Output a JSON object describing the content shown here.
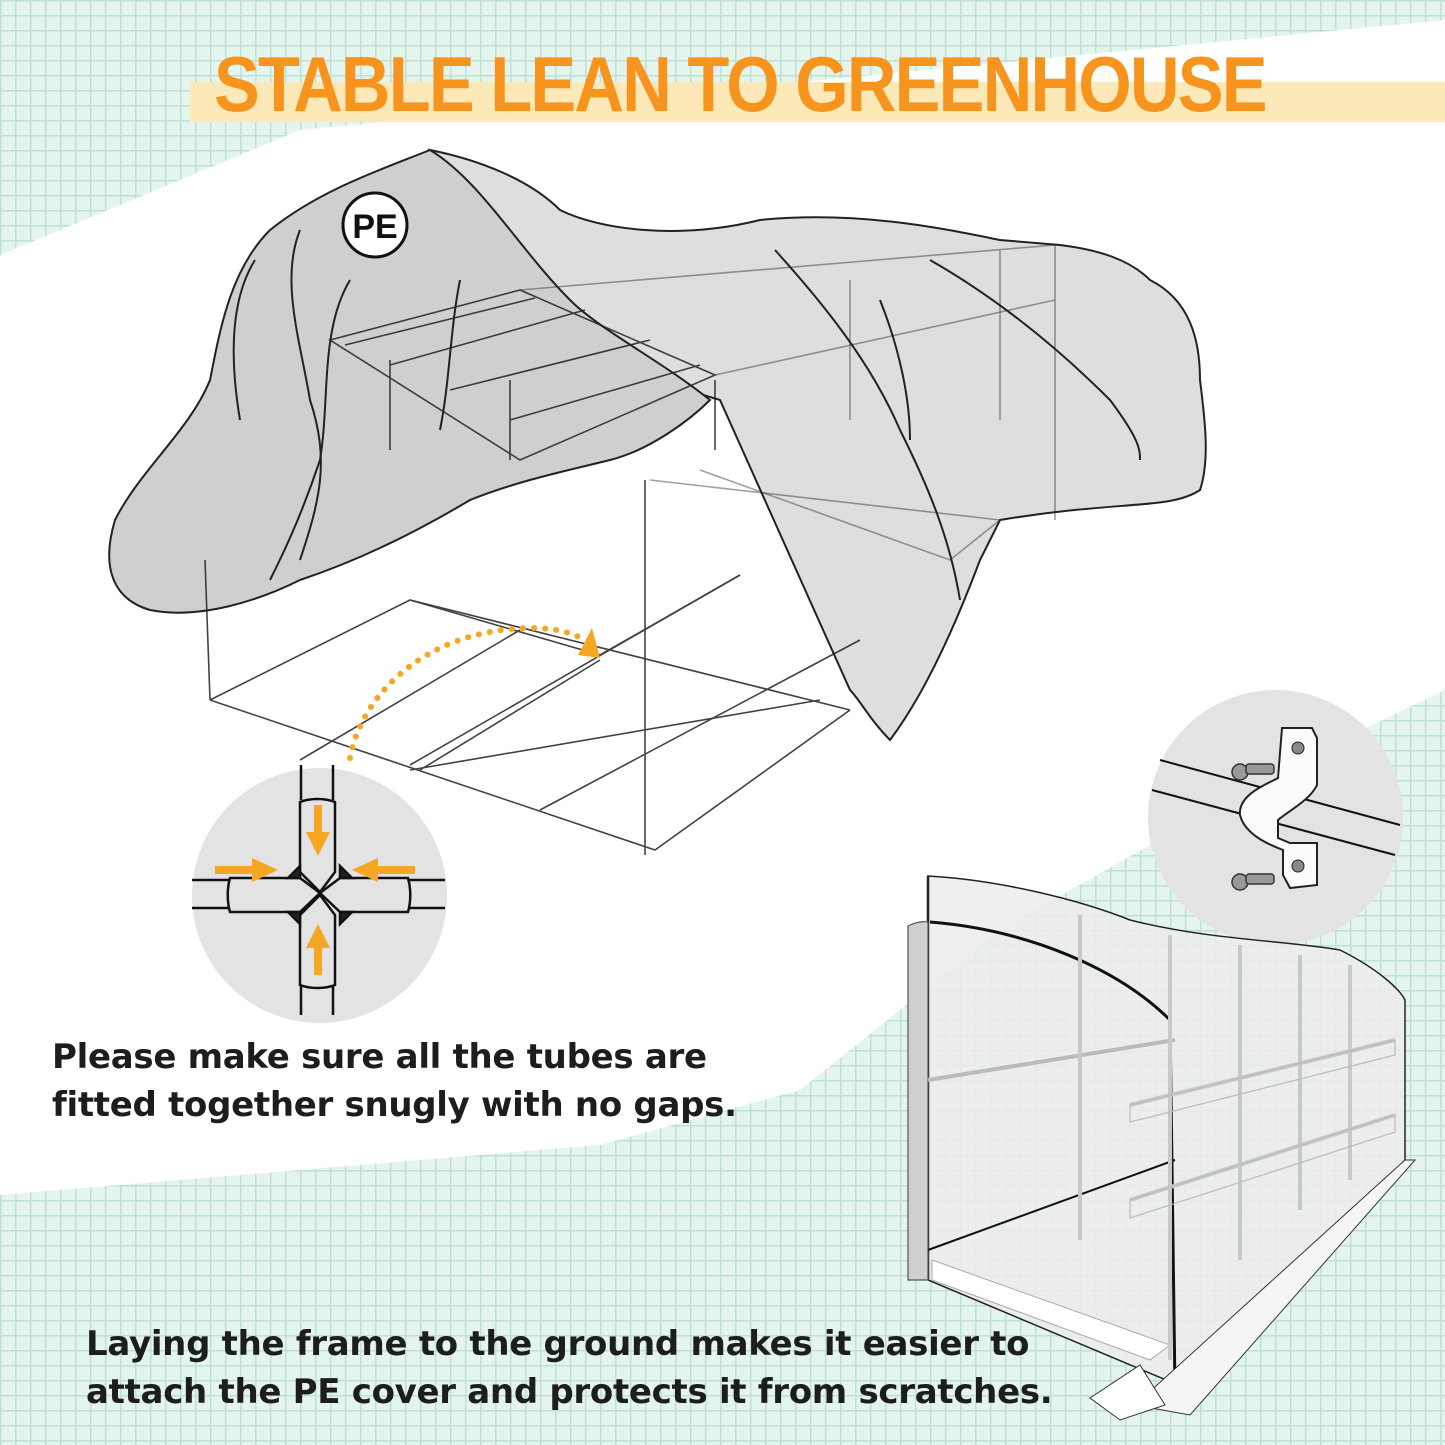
{
  "heading": {
    "title": "STABLE LEAN TO GREENHOUSE",
    "title_color": "#f7941d",
    "highlight_color": "#fde8b8"
  },
  "illustrations": {
    "main": {
      "description": "Greenhouse frame laid on the ground with PE cover draped over it",
      "badge_label": "PE",
      "arrow_color": "#f5a623"
    },
    "connector_detail": {
      "description": "Cross connector with four tubes pushed in, arrows indicating snug fit"
    },
    "clamp_detail": {
      "description": "Pipe clamp with two screws securing the tube"
    },
    "assembled": {
      "description": "Assembled lean-to greenhouse with shelving and roll-up door"
    }
  },
  "captions": {
    "connector": {
      "line1": "Please make sure all the tubes are",
      "line2": "fitted together snugly with no gaps."
    },
    "ground": {
      "line1": "Laying the frame to the ground makes it easier to",
      "line2": "attach the PE cover and protects it from scratches."
    }
  },
  "colors": {
    "grid_background": "#e4f5ee",
    "grid_lines": "#bfe0d4",
    "cover_gray": "#cfcfcf",
    "text": "#1d1d1d"
  }
}
